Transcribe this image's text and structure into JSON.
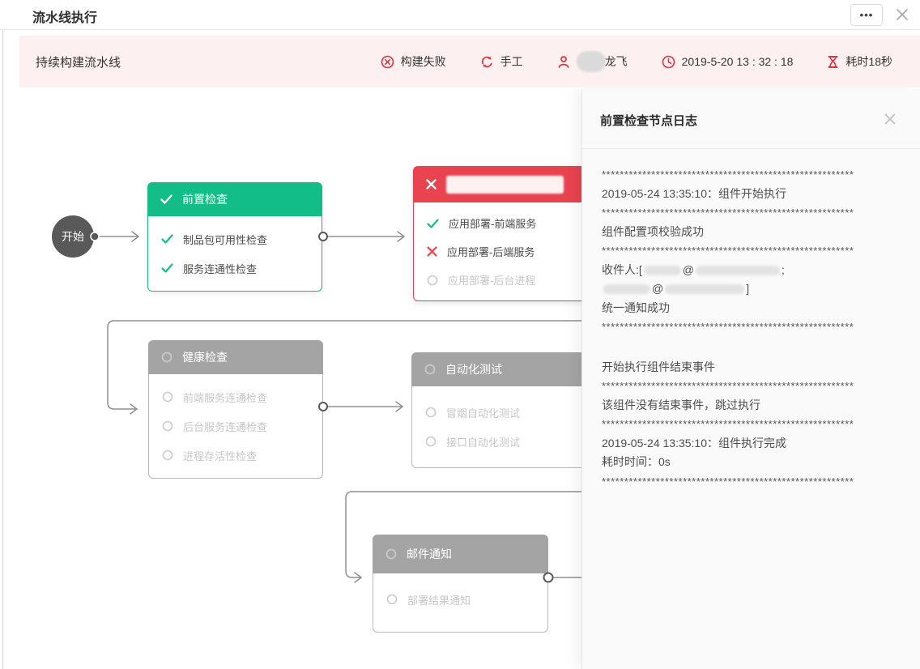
{
  "window": {
    "title": "流水线执行",
    "more_button": "•••"
  },
  "status_bar": {
    "pipeline_name": "持续构建流水线",
    "result": "构建失败",
    "trigger_mode": "手工",
    "user_name": "龙飞",
    "user_name_redacted": true,
    "datetime": "2019-5-20 13 : 32 : 18",
    "duration": "耗时18秒"
  },
  "pipeline": {
    "start_label": "开始",
    "nodes": [
      {
        "id": "pre-check",
        "title": "前置检查",
        "status": "success",
        "items": [
          {
            "label": "制品包可用性检查",
            "status": "success"
          },
          {
            "label": "服务连通性检查",
            "status": "success"
          }
        ]
      },
      {
        "id": "app-deploy",
        "title": "",
        "title_redacted": true,
        "status": "failed",
        "items": [
          {
            "label": "应用部署-前端服务",
            "status": "success"
          },
          {
            "label": "应用部署-后端服务",
            "status": "failed"
          },
          {
            "label": "应用部署-后台进程",
            "status": "pending"
          }
        ]
      },
      {
        "id": "health-check",
        "title": "健康检查",
        "status": "pending",
        "items": [
          {
            "label": "前端服务连通检查",
            "status": "pending"
          },
          {
            "label": "后台服务连通检查",
            "status": "pending"
          },
          {
            "label": "进程存活性检查",
            "status": "pending"
          }
        ]
      },
      {
        "id": "auto-test",
        "title": "自动化测试",
        "status": "pending",
        "items": [
          {
            "label": "冒烟自动化测试",
            "status": "pending"
          },
          {
            "label": "接口自动化测试",
            "status": "pending"
          }
        ]
      },
      {
        "id": "mail-notify",
        "title": "邮件通知",
        "status": "pending",
        "items": [
          {
            "label": "部署结果通知",
            "status": "pending"
          }
        ]
      }
    ]
  },
  "log_panel": {
    "title": "前置检查节点日志",
    "lines": [
      {
        "kind": "stars",
        "text": "********************************************************"
      },
      {
        "kind": "text",
        "text": "2019-05-24 13:35:10：组件开始执行"
      },
      {
        "kind": "stars",
        "text": "********************************************************"
      },
      {
        "kind": "text",
        "text": "组件配置项校验成功"
      },
      {
        "kind": "stars",
        "text": "********************************************************"
      },
      {
        "kind": "redacted",
        "prefix": "收件人:[",
        "at": "@",
        "suffix": ";"
      },
      {
        "kind": "redacted",
        "prefix": "",
        "at": "@",
        "suffix": "]"
      },
      {
        "kind": "text",
        "text": "统一通知成功"
      },
      {
        "kind": "stars",
        "text": "********************************************************"
      },
      {
        "kind": "blank",
        "text": ""
      },
      {
        "kind": "text",
        "text": "开始执行组件结束事件"
      },
      {
        "kind": "stars",
        "text": "********************************************************"
      },
      {
        "kind": "text",
        "text": "该组件没有结束事件，跳过执行"
      },
      {
        "kind": "stars",
        "text": "********************************************************"
      },
      {
        "kind": "text",
        "text": "2019-05-24 13:35:10：组件执行完成"
      },
      {
        "kind": "text",
        "text": "耗时时间：0s"
      },
      {
        "kind": "stars",
        "text": "********************************************************"
      }
    ]
  },
  "colors": {
    "success_green": "#13bd87",
    "fail_red": "#e8434e",
    "pending_gray": "#a4a4a4",
    "accent_red": "#e0313f",
    "status_bar_bg": "#fdf0f0",
    "connector_gray": "#8f8f8f",
    "start_node_bg": "#595959"
  }
}
